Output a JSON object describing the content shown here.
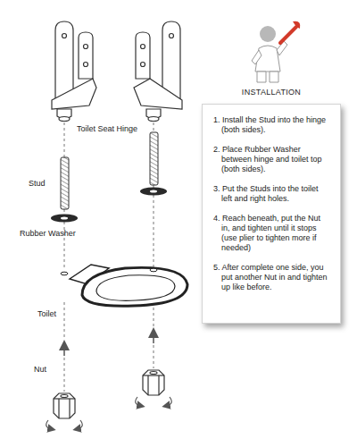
{
  "diagram": {
    "nodes": [
      {
        "text": [
          "INSTALLATION",
          "1. Install the Stud into the hinge (both sides).",
          "2. Place Rubber Washer between hinge and toilet top (both sides).",
          "3. Put the Studs into the toilet left and right holes.",
          "4. Reach beneath, put the Nut in, and tighten until it stops (use plier to tighten more if needed)",
          "5. After complete one side, you put another Nut in and tighten up like before."
        ]
      }
    ],
    "labels": [
      "Toilet Seat Hinge",
      "Stud",
      "Rubber Washer",
      "Toilet",
      "Nut"
    ]
  }
}
